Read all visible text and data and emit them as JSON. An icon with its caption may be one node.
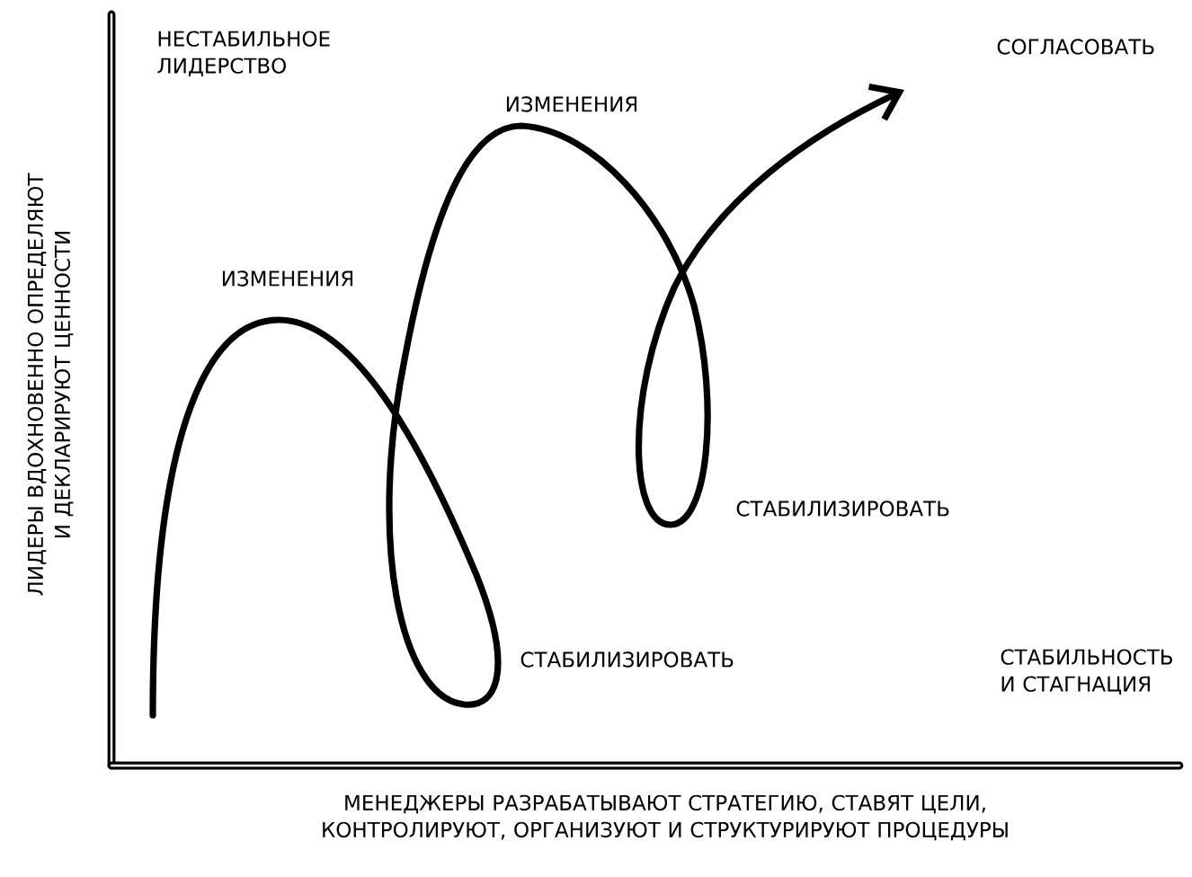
{
  "diagram": {
    "labels": [
      "НЕСТАБИЛЬНОЕ ЛИДЕРСТВО",
      "СОГЛАСОВАТЬ",
      "ИЗМЕНЕНИЯ",
      "ИЗМЕНЕНИЯ",
      "СТАБИЛИЗИРОВАТЬ",
      "СТАБИЛИЗИРОВАТЬ",
      "СТАБИЛЬНОСТЬ И СТАГНАЦИЯ",
      "МЕНЕДЖЕРЫ РАЗРАБАТЫВАЮТ СТРАТЕГИЮ, СТАВЯТ ЦЕЛИ, КОНТРОЛИРУЮТ, ОРГАНИЗУЮТ И СТРУКТУРИРУЮТ ПРОЦЕДУРЫ",
      "ЛИДЕРЫ ВДОХНОВЕННО ОПРЕДЕЛЯЮТ И ДЕКЛАРИРУЮТ ЦЕННОСТИ"
    ]
  }
}
